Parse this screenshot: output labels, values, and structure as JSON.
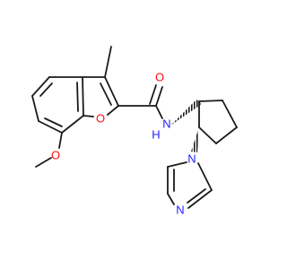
{
  "molecule": {
    "colors": {
      "bond": "#1a1a1a",
      "oxygen": "#ff0d0d",
      "nitrogen": "#2020ff",
      "carbon": "#1a1a1a",
      "background": "#ffffff"
    },
    "atom_labels": {
      "amide_oxygen": "O",
      "furan_oxygen": "O",
      "methoxy_oxygen": "O",
      "amide_nh": "N",
      "amide_h": "H",
      "imidazole_n1": "N",
      "imidazole_n3": "N"
    }
  }
}
